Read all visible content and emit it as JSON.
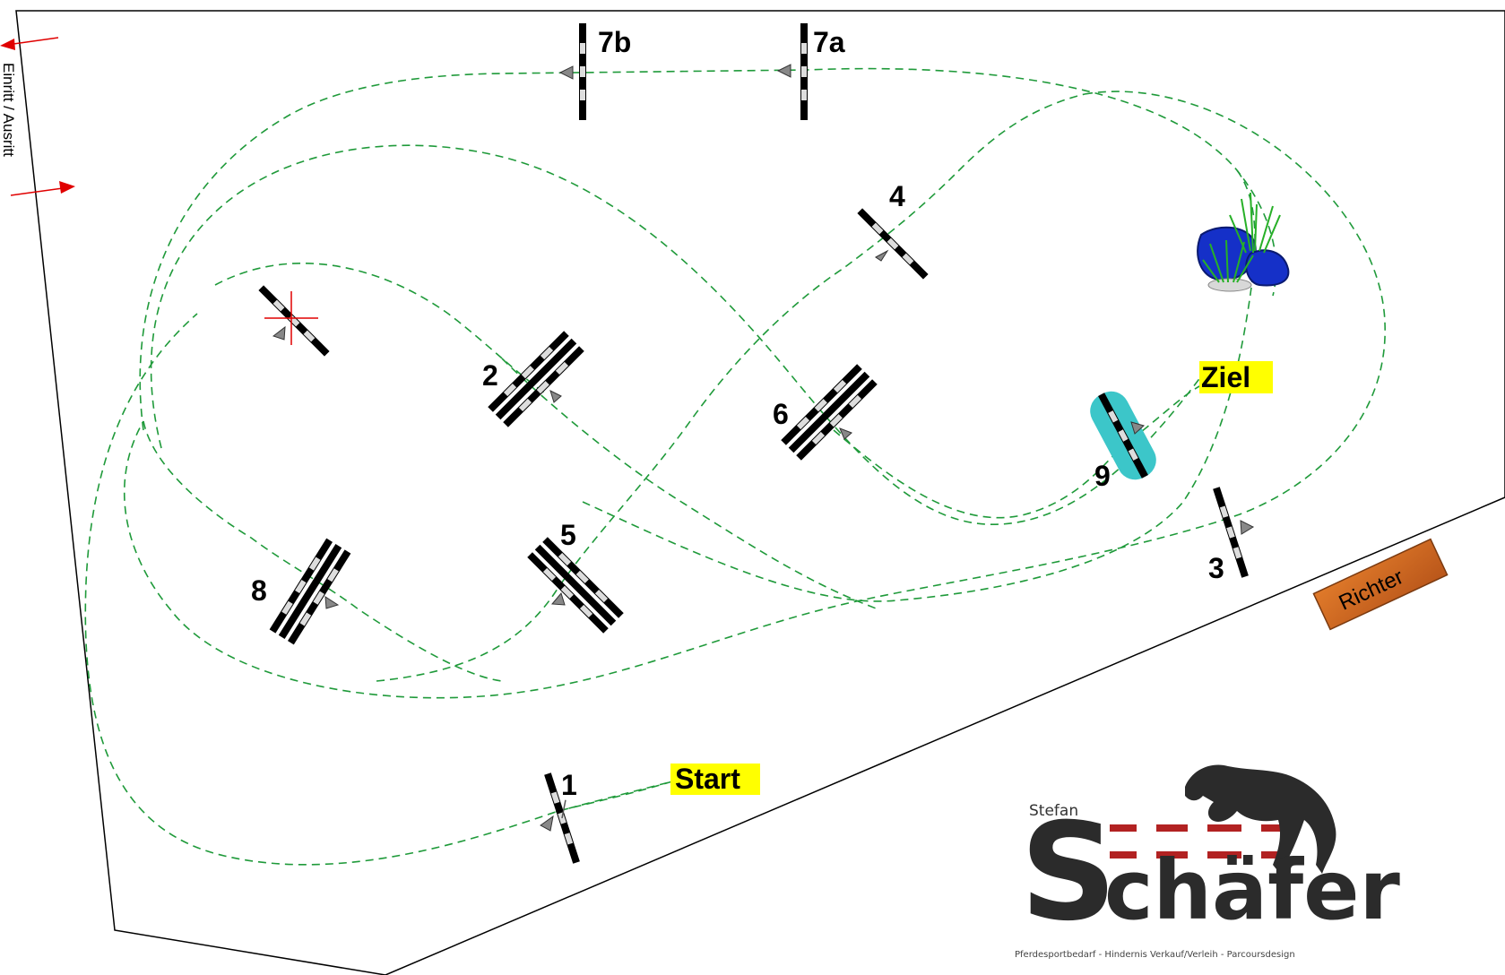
{
  "arena": {
    "entrance_label": "Einritt / Ausritt",
    "judge_label": "Richter"
  },
  "markers": {
    "start_label": "Start",
    "finish_label": "Ziel"
  },
  "jumps": [
    {
      "id": "1",
      "label": "1"
    },
    {
      "id": "2",
      "label": "2"
    },
    {
      "id": "3",
      "label": "3"
    },
    {
      "id": "4",
      "label": "4"
    },
    {
      "id": "5",
      "label": "5"
    },
    {
      "id": "6",
      "label": "6"
    },
    {
      "id": "7a",
      "label": "7a"
    },
    {
      "id": "7b",
      "label": "7b"
    },
    {
      "id": "8",
      "label": "8"
    },
    {
      "id": "9",
      "label": "9"
    }
  ],
  "logo": {
    "first_name": "Stefan",
    "surname_initial": "S",
    "surname_rest": "chäfer",
    "tagline": "Pferdesportbedarf - Hindernis Verkauf/Verleih - Parcoursdesign"
  },
  "colors": {
    "route": "#1f9a3a",
    "highlight": "#ffff00",
    "water": "#3cc6c9",
    "judge_box": "#d2691e",
    "logo_red": "#b22222",
    "arrow_red": "#e00000"
  }
}
